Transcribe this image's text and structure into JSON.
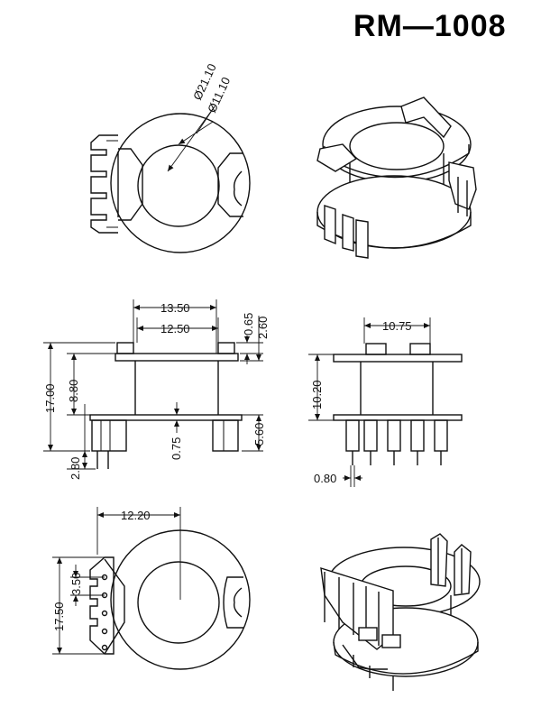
{
  "title": "RM—1008",
  "dimensions": {
    "outer_diameter": "Ø21.10",
    "inner_diameter": "Ø11.10",
    "top_outer_width": "13.50",
    "top_inner_width": "12.50",
    "post_offset": "0.65",
    "post_height": "2.60",
    "total_height": "17.00",
    "upper_height": "8.80",
    "flange_thickness": "0.75",
    "lower_height": "5.60",
    "pin_length": "2.80",
    "side_width": "10.75",
    "side_height": "10.20",
    "pin_diameter": "0.80",
    "bottom_depth": "12.20",
    "bottom_height": "17.50",
    "pin_pitch": "3.50"
  }
}
